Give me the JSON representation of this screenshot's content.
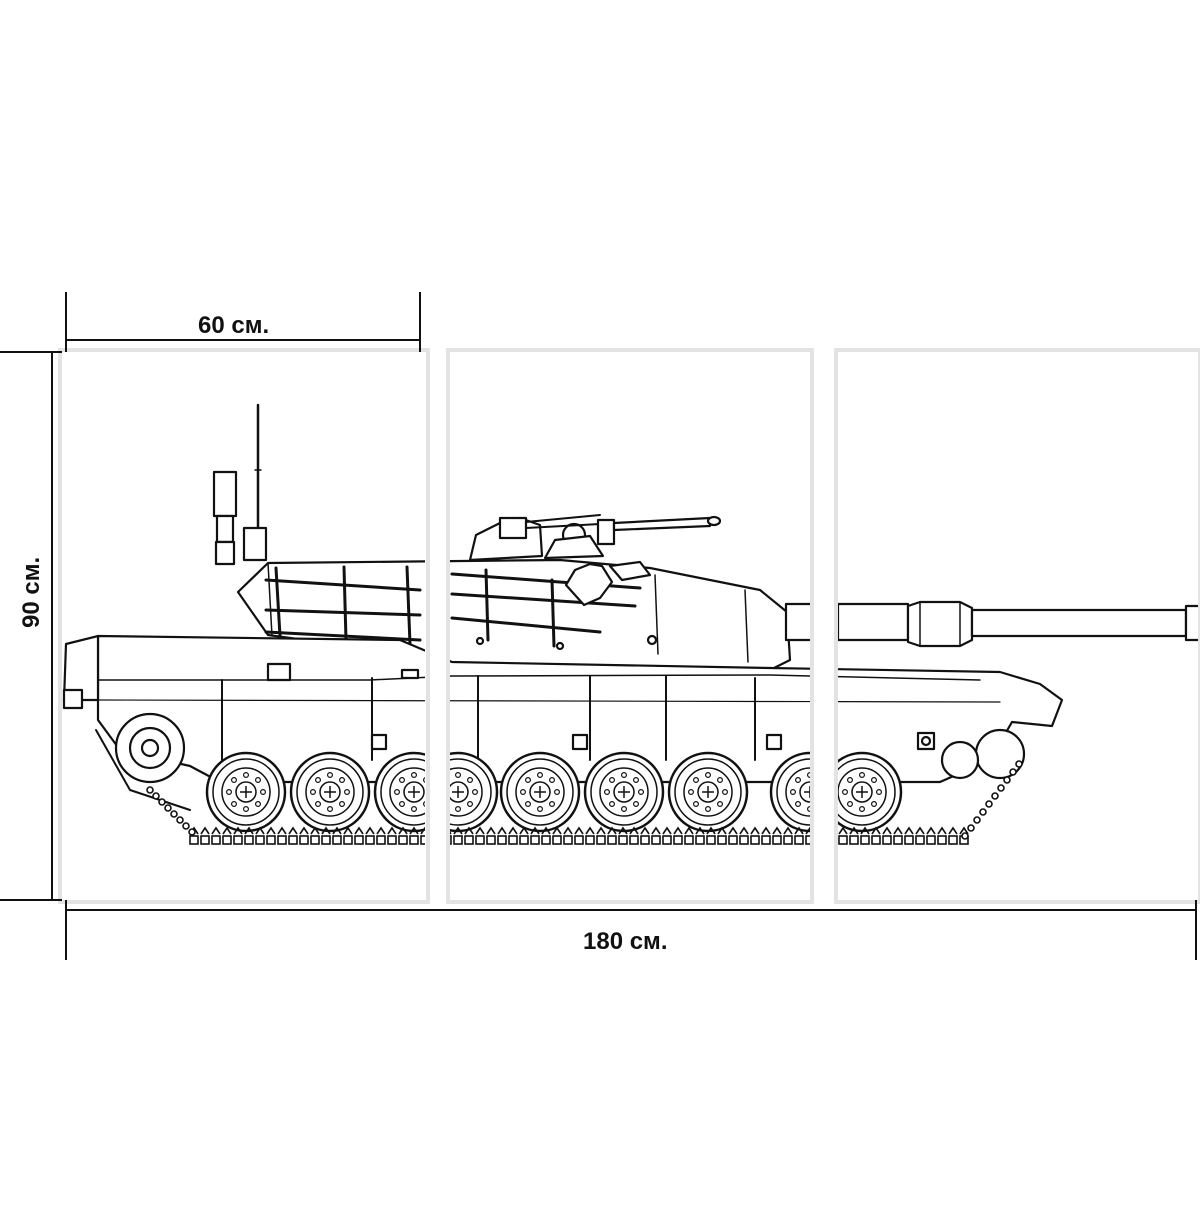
{
  "dimensions": {
    "panel_width": "60 см.",
    "total_width": "180 см.",
    "height": "90 см."
  },
  "product": {
    "panels": 3
  },
  "colors": {
    "ink": "#111111",
    "background": "#ffffff",
    "panel_shadow": "#e3e3e3"
  }
}
